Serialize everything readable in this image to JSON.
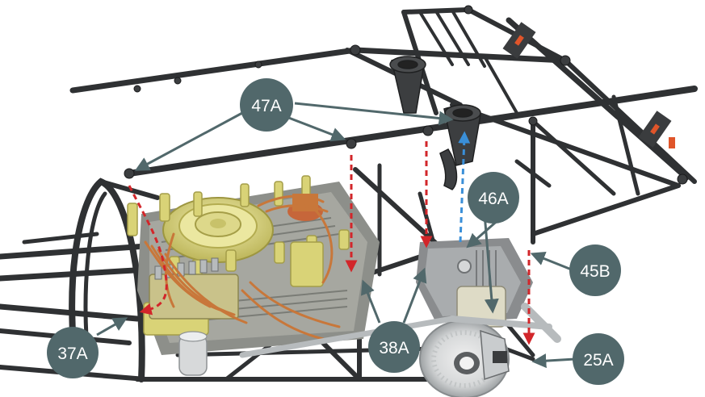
{
  "illustration": {
    "callouts": [
      {
        "id": "47A",
        "label": "47A"
      },
      {
        "id": "46A",
        "label": "46A"
      },
      {
        "id": "45B",
        "label": "45B"
      },
      {
        "id": "38A",
        "label": "38A"
      },
      {
        "id": "37A",
        "label": "37A"
      },
      {
        "id": "25A",
        "label": "25A"
      }
    ],
    "colors": {
      "callout_bg": "#51686b",
      "callout_text": "#ffffff",
      "leader_line": "#51686b",
      "frame_tube": "#2f3133",
      "engine_yellow": "#d9d377",
      "wiring_orange": "#c8773a",
      "red_arrow": "#d2262a",
      "blue_arrow": "#3a8fd8",
      "metal": "#b7bbbd"
    },
    "icons": [
      "red-dashed-arrow-icon",
      "blue-dashed-arrow-icon"
    ]
  }
}
